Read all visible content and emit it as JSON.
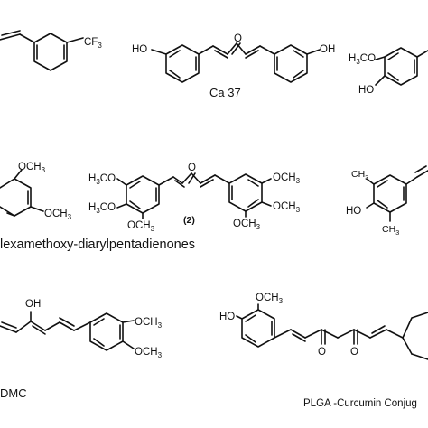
{
  "captions": {
    "ca37": "Ca 37",
    "compound2": "(2)",
    "hexamethoxy": "lexamethoxy-diarylpentadienones",
    "dmc": "DMC",
    "plga": "PLGA -Curcumin Conjug"
  },
  "atoms": {
    "cf3": "CF",
    "cf3_sub": "3",
    "ho": "HO",
    "oh": "OH",
    "oxygen": "O",
    "h3co": "H3CO",
    "och3": "OCH3",
    "ch3": "CH3"
  }
}
